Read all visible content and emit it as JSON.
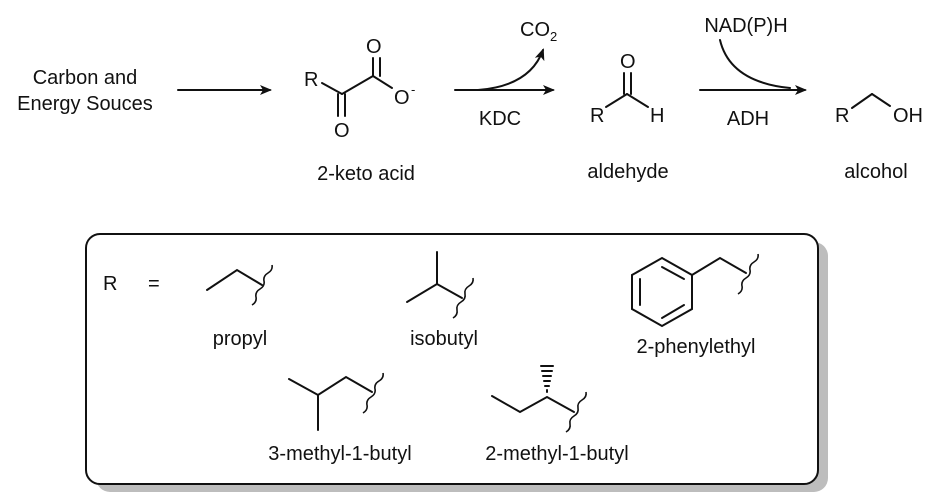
{
  "scheme": {
    "source_line1": "Carbon and",
    "source_line2": "Energy Souces",
    "keto_acid": {
      "name": "2-keto acid",
      "r": "R",
      "o_top": "O",
      "o_minus": "O",
      "charge": "-",
      "o_bottom": "O"
    },
    "kdc_step": {
      "enzyme": "KDC",
      "byproduct_main": "CO",
      "byproduct_sub": "2"
    },
    "aldehyde": {
      "name": "aldehyde",
      "r": "R",
      "o": "O",
      "h": "H"
    },
    "adh_step": {
      "enzyme": "ADH",
      "cofactor": "NAD(P)H"
    },
    "alcohol": {
      "name": "alcohol",
      "r": "R",
      "oh": "OH"
    }
  },
  "r_groups": {
    "r_label": "R",
    "equals": "=",
    "items": [
      {
        "name": "propyl"
      },
      {
        "name": "isobutyl"
      },
      {
        "name": "2-phenylethyl"
      },
      {
        "name": "3-methyl-1-butyl"
      },
      {
        "name": "2-methyl-1-butyl"
      }
    ]
  }
}
